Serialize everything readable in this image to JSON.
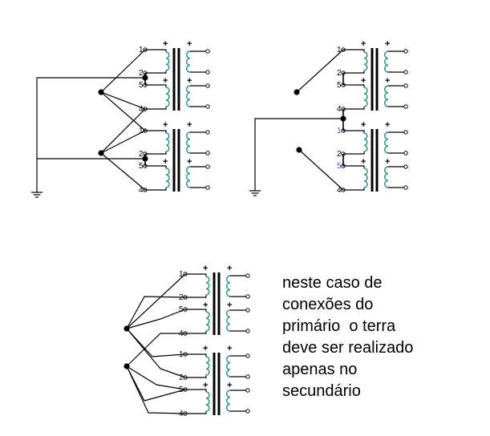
{
  "terminals": {
    "t1": "1",
    "t2": "2",
    "t5": "5",
    "t4": "4"
  },
  "polarity": "+",
  "note": {
    "lines": [
      "neste caso de",
      "conexões do",
      "primário  o terra",
      "deve ser realizado",
      "apenas no",
      "secundário"
    ]
  }
}
